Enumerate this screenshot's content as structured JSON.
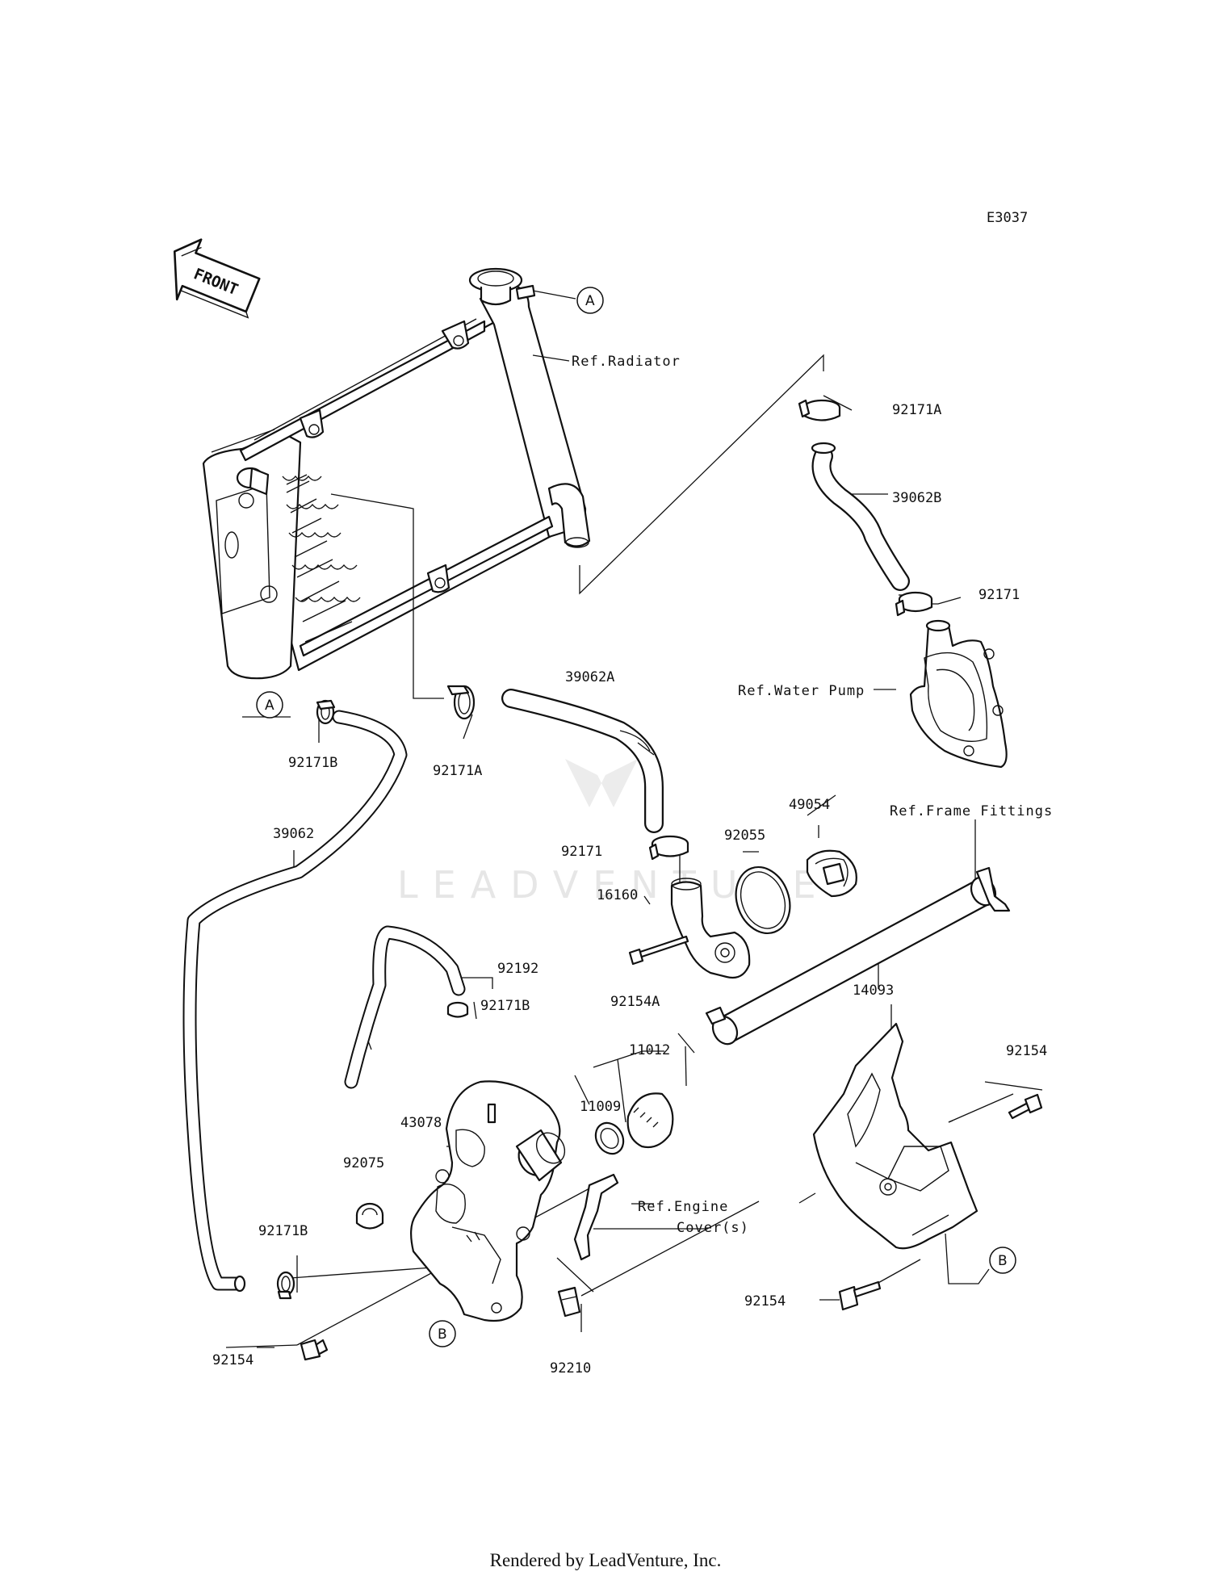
{
  "diagram_id": "E3037",
  "front_label": "FRONT",
  "watermark": "LEADVENTURE",
  "footer": "Rendered by LeadVenture, Inc.",
  "callouts": {
    "a": "A",
    "b": "B"
  },
  "references": {
    "radiator": "Ref.Radiator",
    "water_pump": "Ref.Water Pump",
    "frame_fittings": "Ref.Frame Fittings",
    "engine_covers_line1": "Ref.Engine",
    "engine_covers_line2": "Cover(s)"
  },
  "parts": {
    "p92171A_top": "92171A",
    "p39062B": "39062B",
    "p92171_top": "92171",
    "p39062A": "39062A",
    "p92171B_left": "92171B",
    "p92171A_mid": "92171A",
    "p39062": "39062",
    "p49054": "49054",
    "p92055": "92055",
    "p92171_mid": "92171",
    "p16160": "16160",
    "p92192": "92192",
    "p92171B_mid": "92171B",
    "p92154A": "92154A",
    "p14093": "14093",
    "p11012": "11012",
    "p11009": "11009",
    "p92154_right": "92154",
    "p43078": "43078",
    "p92075": "92075",
    "p92171B_bot": "92171B",
    "p92154_bot": "92154",
    "p92210": "92210",
    "p92154_rightbot": "92154"
  }
}
